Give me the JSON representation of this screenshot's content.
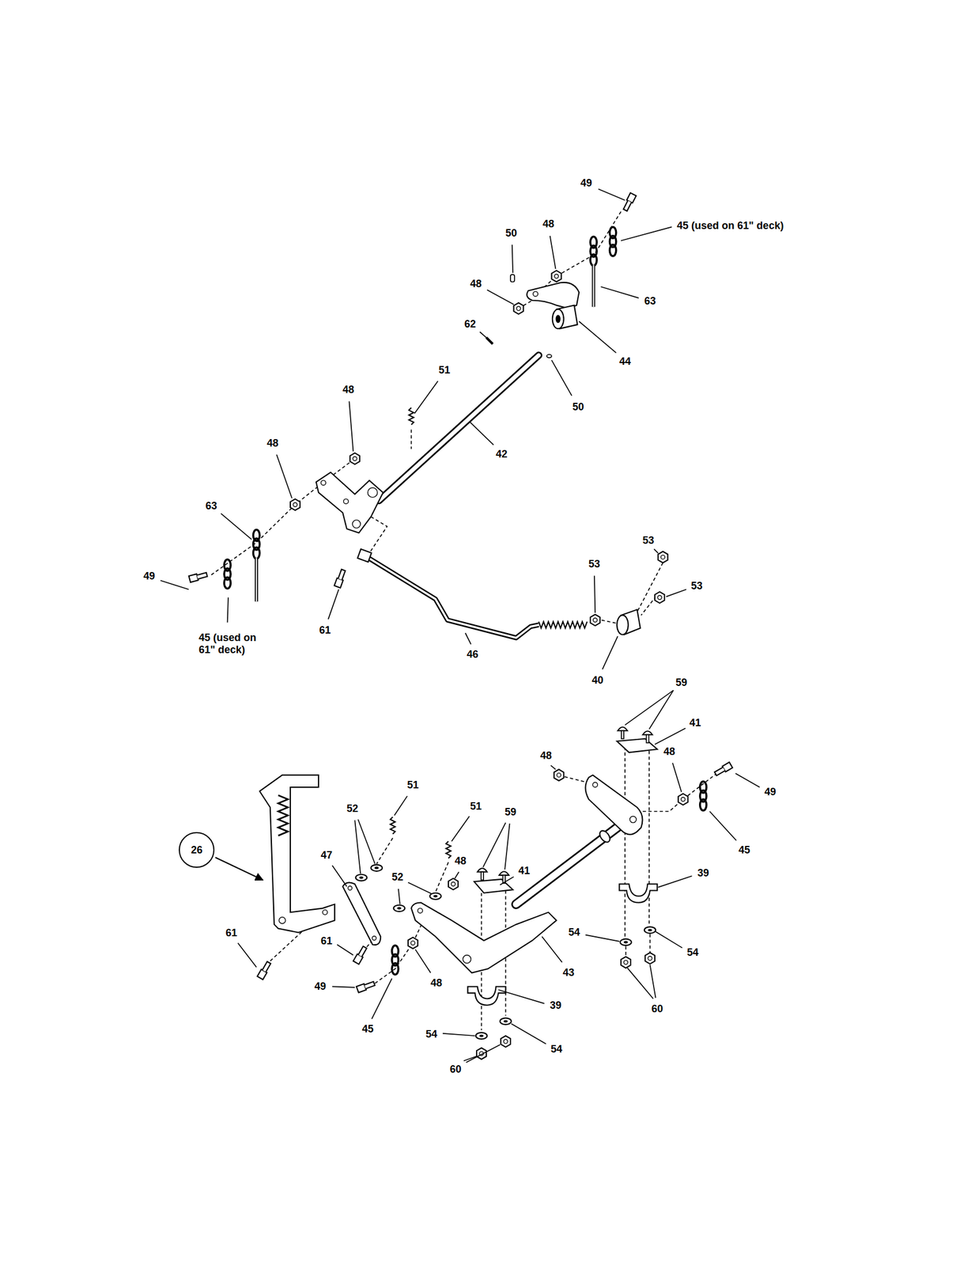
{
  "diagram": {
    "nodes": [
      {
        "text": [
          "26"
        ]
      }
    ],
    "labels": [
      "49",
      "45 (used on 61\" deck)",
      "48",
      "50",
      "48",
      "63",
      "62",
      "44",
      "51",
      "48",
      "50",
      "48",
      "42",
      "63",
      "53",
      "53",
      "49",
      "53",
      "61",
      "45 (used on 61\" deck)",
      "46",
      "40",
      "59",
      "41",
      "48",
      "48",
      "51",
      "49",
      "51",
      "52",
      "59",
      "45",
      "47",
      "48",
      "41",
      "39",
      "52",
      "54",
      "61",
      "61",
      "54",
      "43",
      "48",
      "49",
      "39",
      "60",
      "45",
      "54",
      "54",
      "60"
    ]
  }
}
